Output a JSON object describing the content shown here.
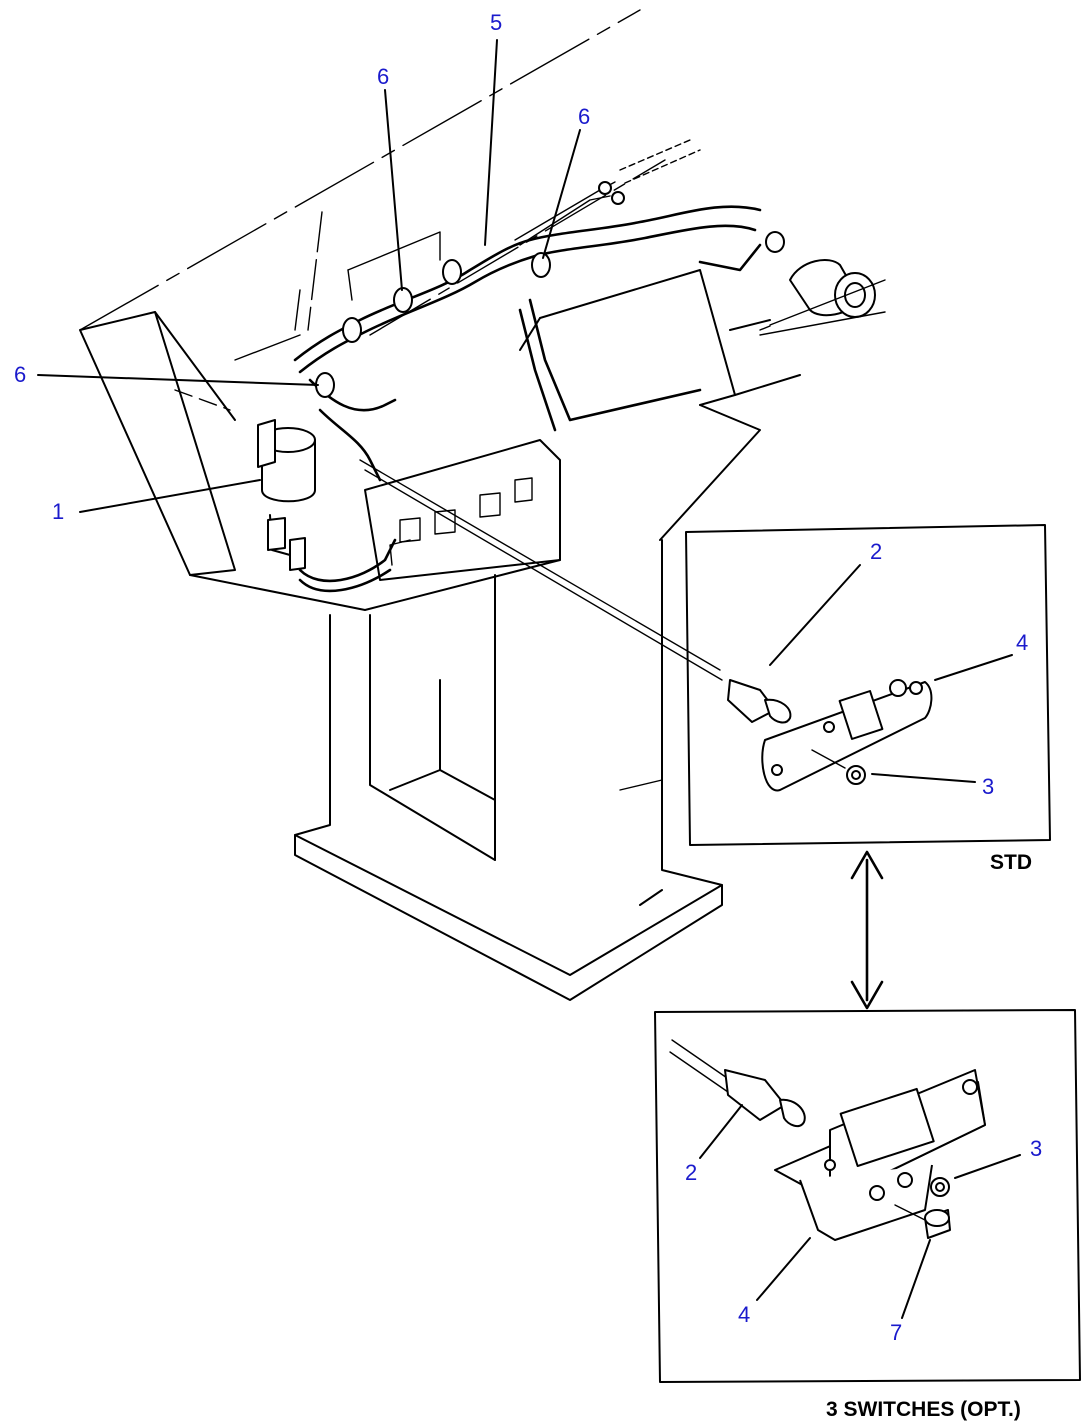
{
  "diagram": {
    "callouts": [
      {
        "id": "c5-top",
        "text": "5"
      },
      {
        "id": "c6-upper-left",
        "text": "6"
      },
      {
        "id": "c6-upper-right",
        "text": "6"
      },
      {
        "id": "c6-left",
        "text": "6"
      },
      {
        "id": "c1",
        "text": "1"
      },
      {
        "id": "c2-std",
        "text": "2"
      },
      {
        "id": "c4-std",
        "text": "4"
      },
      {
        "id": "c3-std",
        "text": "3"
      },
      {
        "id": "c2-opt",
        "text": "2"
      },
      {
        "id": "c3-opt",
        "text": "3"
      },
      {
        "id": "c4-opt",
        "text": "4"
      },
      {
        "id": "c7-opt",
        "text": "7"
      }
    ],
    "panels": {
      "std": {
        "caption": "STD"
      },
      "opt": {
        "caption": "3 SWITCHES (OPT.)"
      }
    },
    "colors": {
      "callout": "#1a1acc",
      "line": "#000000",
      "background": "#ffffff"
    }
  }
}
